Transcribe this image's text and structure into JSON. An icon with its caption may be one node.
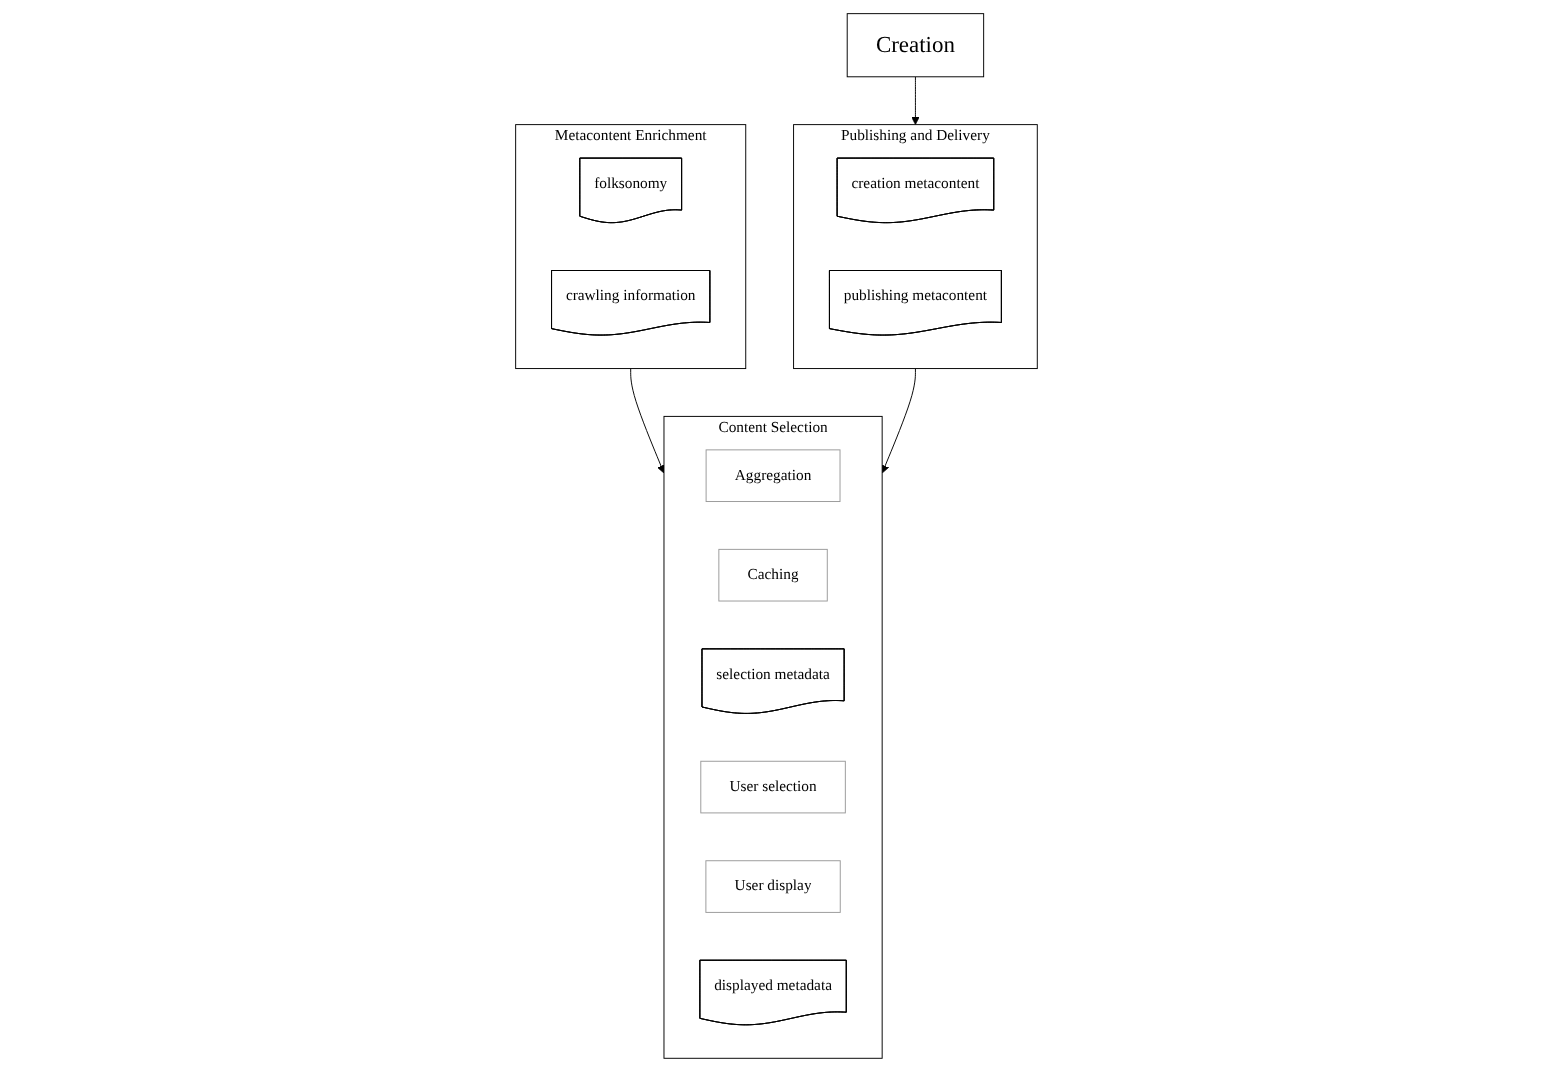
{
  "diagram": {
    "nodes": [
      {
        "text": [
          "Creation"
        ]
      },
      {
        "text": [
          "Metacontent Enrichment"
        ]
      },
      {
        "text": [
          "folksonomy"
        ],
        "in": 1
      },
      {
        "text": [
          "crawling information"
        ],
        "in": 1
      },
      {
        "text": [
          "Publishing and Delivery"
        ]
      },
      {
        "text": [
          "creation metacontent"
        ],
        "in": 4
      },
      {
        "text": [
          "publishing metacontent"
        ],
        "in": 4
      },
      {
        "text": [
          "Content Selection"
        ]
      },
      {
        "text": [
          "Aggregation"
        ],
        "in": 7
      },
      {
        "text": [
          "Caching"
        ],
        "in": 7
      },
      {
        "text": [
          "selection metadata"
        ],
        "in": 7
      },
      {
        "text": [
          "User selection"
        ],
        "in": 7
      },
      {
        "text": [
          "User display"
        ],
        "in": 7
      },
      {
        "text": [
          "displayed metadata"
        ],
        "in": 7
      }
    ],
    "edges": [
      {
        "from": 0,
        "to": 4,
        "arrow": "to"
      },
      {
        "from": 1,
        "to": 7,
        "arrow": "to"
      },
      {
        "from": 4,
        "to": 7,
        "arrow": "to"
      }
    ]
  }
}
